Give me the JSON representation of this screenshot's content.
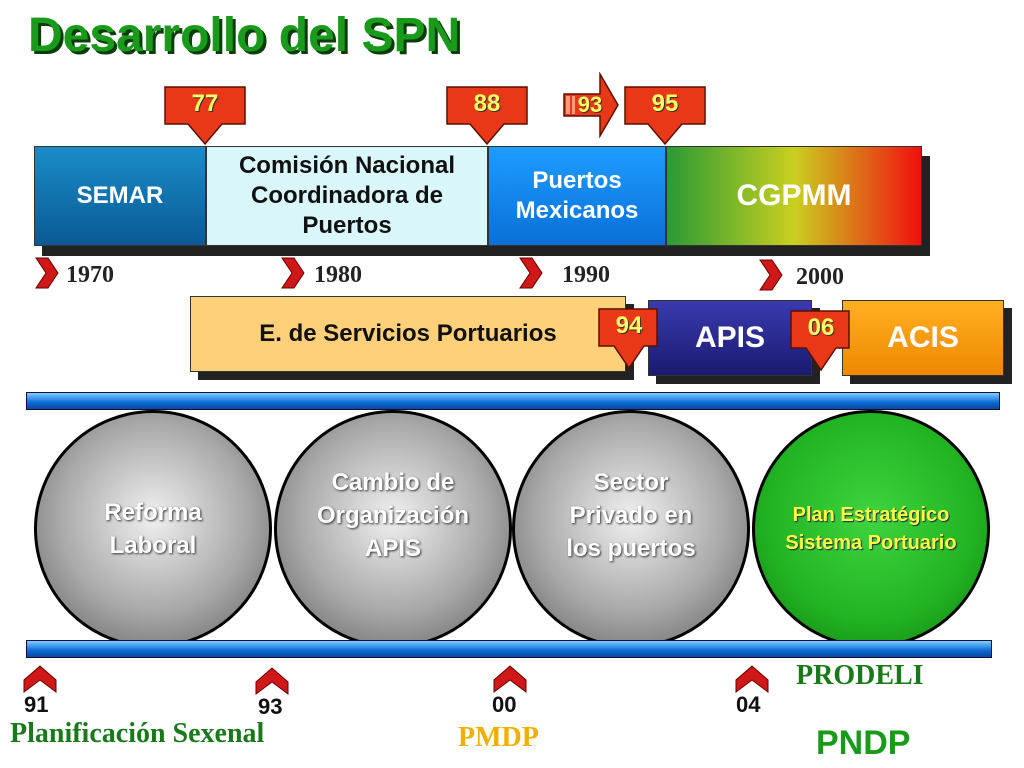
{
  "title": "Desarrollo del SPN",
  "top_callouts": [
    "77",
    "88",
    "93",
    "95"
  ],
  "institutions": {
    "semar": "SEMAR",
    "cncp_lines": [
      "Comisión Nacional",
      "Coordinadora de",
      "Puertos"
    ],
    "pm_lines": [
      "Puertos",
      "Mexicanos"
    ],
    "cgpmm": "CGPMM"
  },
  "decades": [
    "1970",
    "1980",
    "1990",
    "2000"
  ],
  "entities": {
    "eserv": "E. de Servicios Portuarios",
    "apis": "APIS",
    "acis": "ACIS"
  },
  "mid_callouts": [
    "94",
    "06"
  ],
  "circles": {
    "c1": [
      "Reforma",
      "Laboral"
    ],
    "c2": [
      "Cambio de",
      "Organización",
      "APIS"
    ],
    "c3": [
      "Sector",
      "Privado en",
      "los puertos"
    ],
    "c4": [
      "Plan Estratégico",
      "Sistema Portuario"
    ]
  },
  "bottom_years": [
    "91",
    "93",
    "00",
    "04"
  ],
  "bottom_labels": {
    "planificacion": "Planificación Sexenal",
    "pmdp": "PMDP",
    "prodeli": "PRODELI",
    "pndp": "PNDP"
  },
  "colors": {
    "title_green": "#1a9a1a",
    "callout_red": "#e83818",
    "callout_text": "#ffff66",
    "bar_blue": "#0a6ad8"
  }
}
